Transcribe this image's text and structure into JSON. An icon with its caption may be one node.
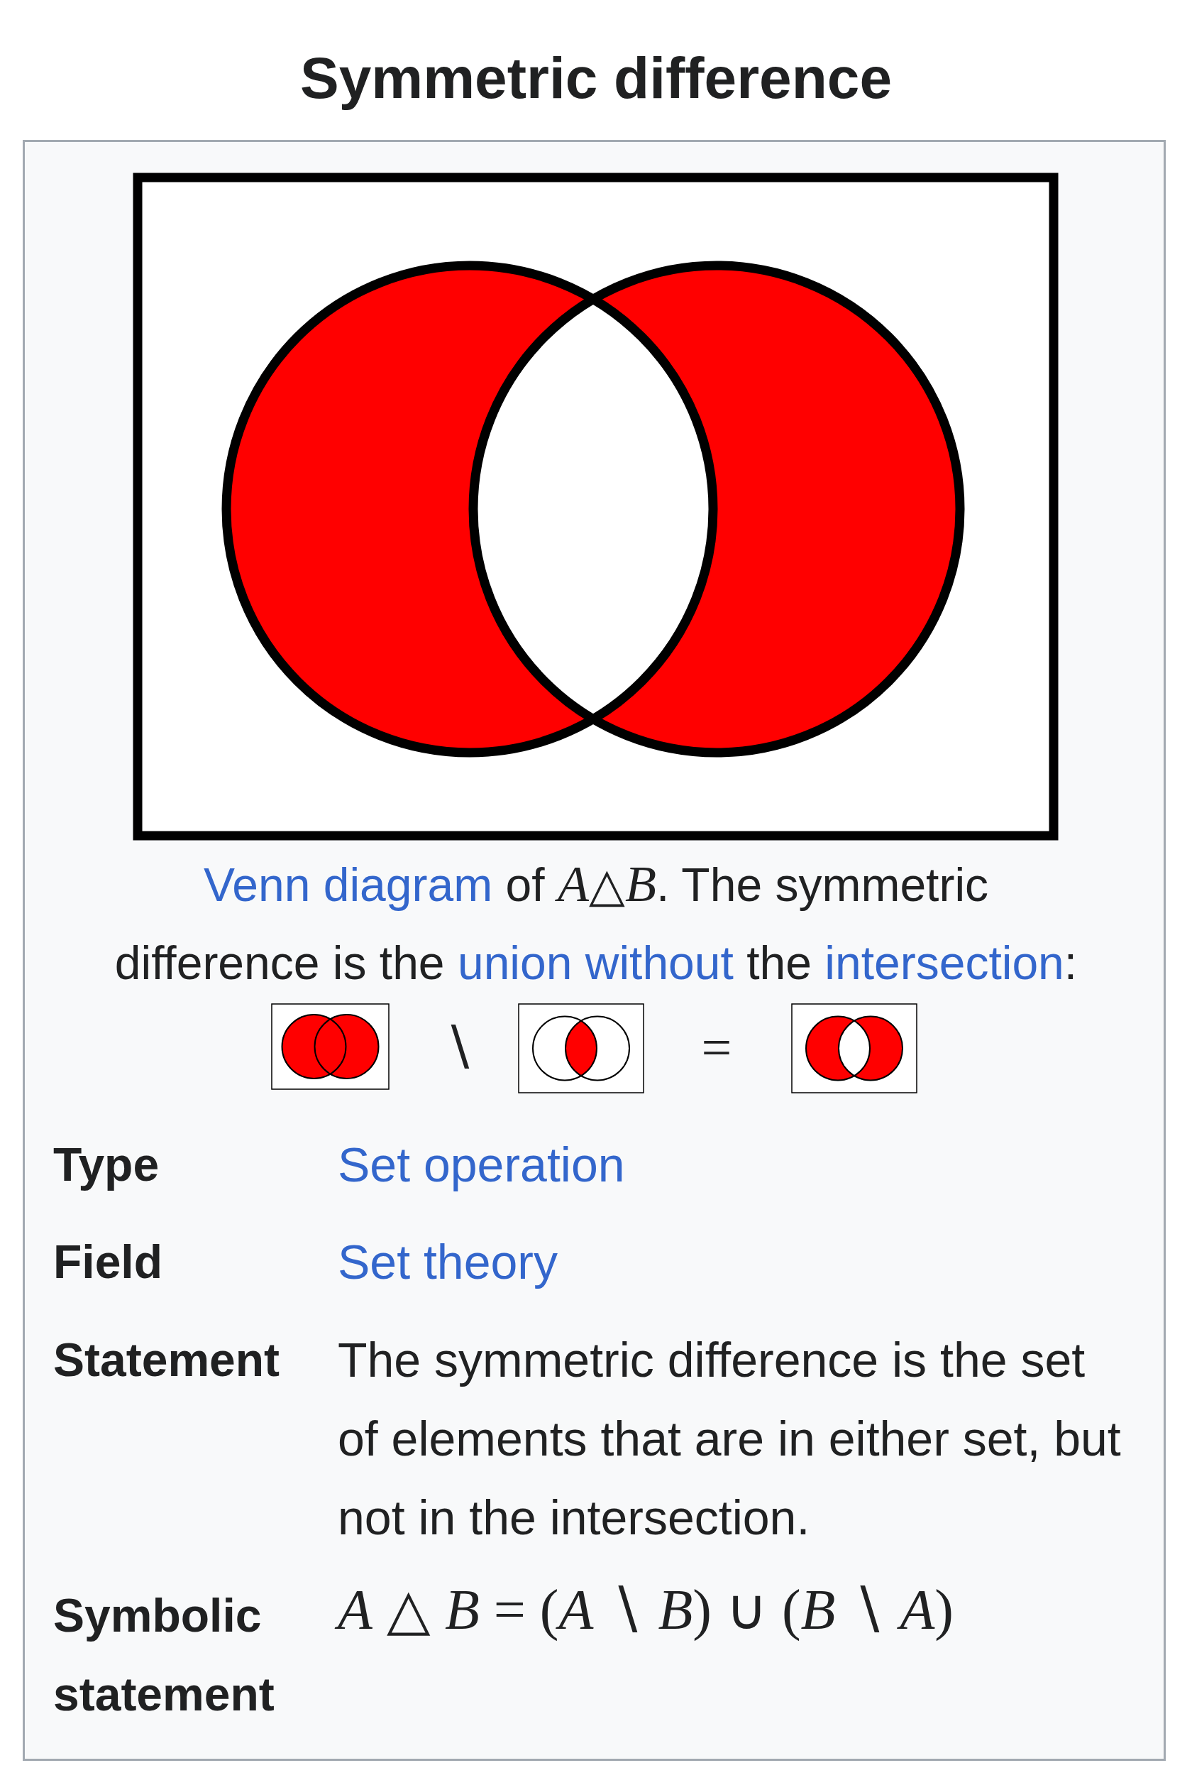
{
  "diagram": {
    "title": "Symmetric difference",
    "labels": [
      "Venn diagram",
      "of *A*△*B*. The symmetric",
      "difference is the",
      "union without",
      "the",
      "intersection",
      ":",
      "∖",
      "=",
      "Type",
      "Set operation",
      "Field",
      "Set theory",
      "Statement",
      "The symmetric difference is the set of elements that are in either set, but not in the intersection.",
      "Symbolic statement",
      "*A* △ *B* = (*A* ∖ *B*) ∪ (*B* ∖ *A*)"
    ]
  }
}
